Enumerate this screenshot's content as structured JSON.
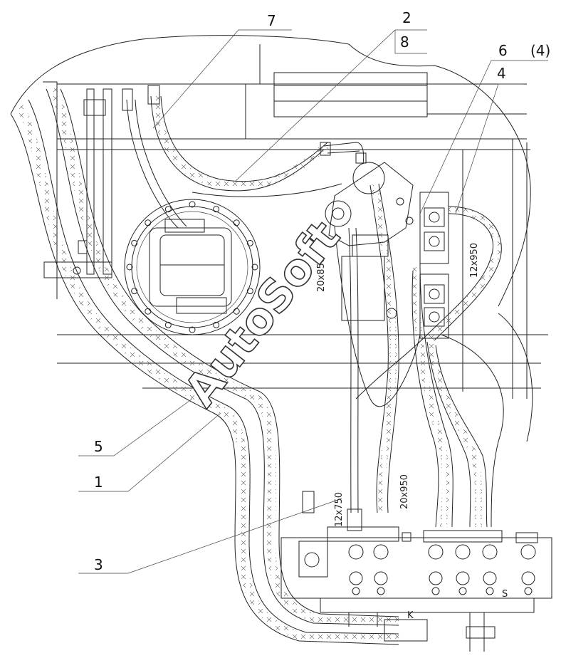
{
  "callouts": {
    "c7": "7",
    "c2": "2",
    "c8": "8",
    "c6": "6",
    "c4p": "(4)",
    "c4": "4",
    "c5": "5",
    "c1": "1",
    "c3": "3"
  },
  "dimensions": {
    "d20x850": "20x850",
    "d12x950": "12x950",
    "d12x750": "12x750",
    "d20x950": "20x950",
    "mark_k": "K",
    "mark_s": "S"
  },
  "watermark": "AutoSoft"
}
